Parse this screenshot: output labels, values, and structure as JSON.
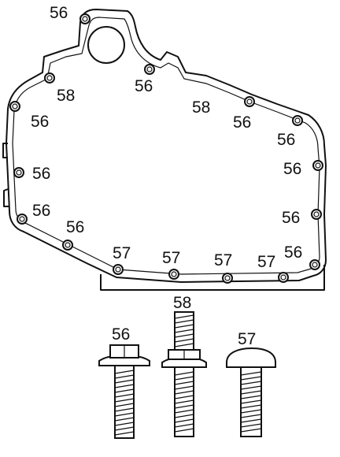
{
  "callouts": {
    "c1": "56",
    "c2": "58",
    "c3": "56",
    "c4": "56",
    "c5": "56",
    "c6": "56",
    "c7": "56",
    "c8": "58",
    "c9": "56",
    "c10": "56",
    "c11": "56",
    "c12": "56",
    "c13": "57",
    "c14": "57",
    "c15": "57",
    "c16": "57",
    "c17": "56"
  },
  "bolts": {
    "bolt_56": "56",
    "bolt_58": "58",
    "bolt_57": "57"
  }
}
